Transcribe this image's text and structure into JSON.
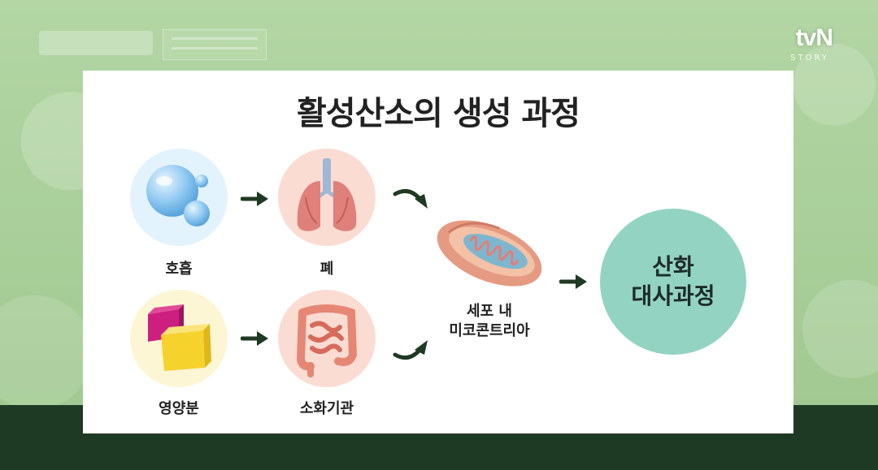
{
  "overlay": {
    "channel_logo": "tvN",
    "channel_sub": "STORY"
  },
  "diagram": {
    "title": "활성산소의 생성 과정",
    "nodes": {
      "respiration": {
        "label": "호흡",
        "icon": "bubble-icon"
      },
      "lung": {
        "label": "폐",
        "icon": "lung-icon"
      },
      "nutrient": {
        "label": "영양분",
        "icon": "cube-icon"
      },
      "digestive": {
        "label": "소화기관",
        "icon": "intestine-icon"
      },
      "mitochondria": {
        "label_line1": "세포 내",
        "label_line2": "미코콘트리아",
        "icon": "mitochondria-icon"
      },
      "result": {
        "line1": "산화",
        "line2": "대사과정"
      }
    },
    "colors": {
      "respiration_bg": "#e3f3fd",
      "lung_bg": "#fbdcd3",
      "nutrient_bg": "#fdf6d4",
      "digestive_bg": "#fbdcd3",
      "result_bg": "#93d3c2",
      "arrow": "#1e3a22"
    }
  }
}
